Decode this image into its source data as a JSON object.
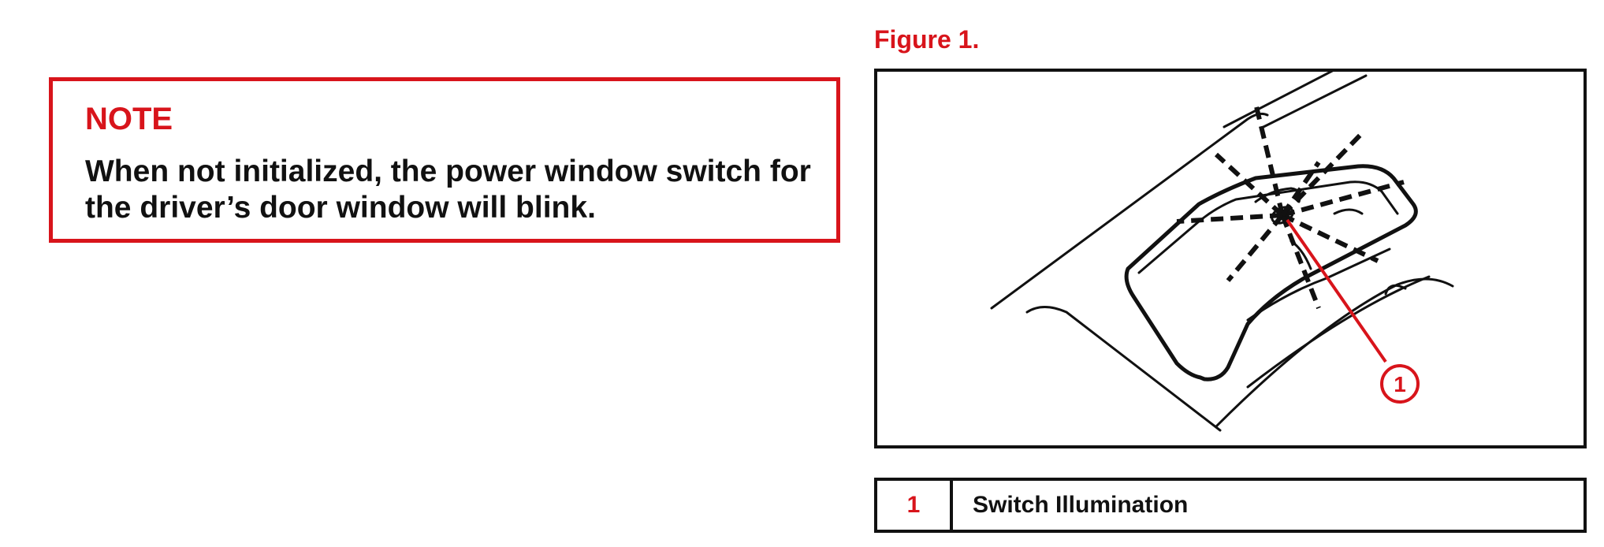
{
  "note": {
    "title": "NOTE",
    "text": "When not initialized, the power window switch for the driver’s door window will blink."
  },
  "figure": {
    "label": "Figure 1.",
    "callout_number": "1",
    "callout_color": "#d8141b"
  },
  "legend": {
    "rows": [
      {
        "number": "1",
        "description": "Switch Illumination"
      }
    ]
  },
  "colors": {
    "accent": "#d8141b",
    "ink": "#111111"
  }
}
